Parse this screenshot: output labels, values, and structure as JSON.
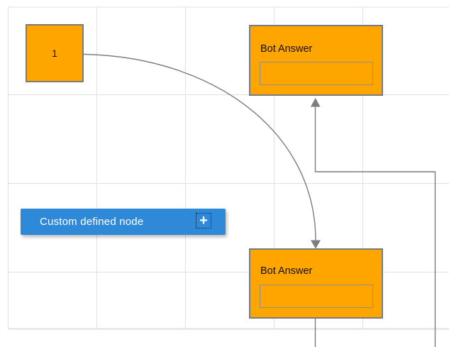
{
  "canvas": {
    "background": "#ffffff",
    "grid_visible": true
  },
  "colors": {
    "node_orange": "#FFA500",
    "node_blue": "#2E89D8",
    "connector_gray": "#7d7d7d",
    "grid_line": "#e0e0e0",
    "node_border_gray": "#7b7b7b",
    "inner_field_border": "#8f8f8f",
    "text_dark": "#111111",
    "text_light": "#ffffff"
  },
  "nodes": {
    "start": {
      "label": "1"
    },
    "bot_answer_top": {
      "title": "Bot Answer",
      "input_value": ""
    },
    "bot_answer_bottom": {
      "title": "Bot Answer",
      "input_value": ""
    },
    "custom": {
      "label": "Custom defined node",
      "plus_icon": "+"
    }
  },
  "connectors": {
    "curve_from_start_to_bottom_bot": {
      "arrow": "down"
    },
    "elbow_from_bottom_bot_to_top_bot": {
      "arrow": "up"
    }
  }
}
